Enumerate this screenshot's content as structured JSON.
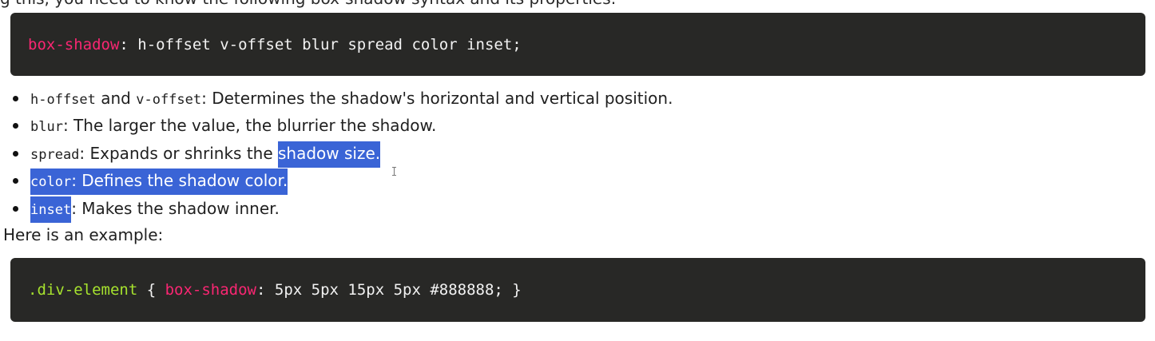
{
  "top_partial_text": "g this, you need to know the following box-shadow syntax and its properties:",
  "syntax_block": {
    "property": "box-shadow",
    "rest": ": h-offset v-offset blur spread color inset;"
  },
  "bullets": [
    {
      "code": "h-offset",
      "mid": " and ",
      "code2": "v-offset",
      "text": ": Determines the shadow's horizontal and vertical position."
    },
    {
      "code": "blur",
      "text": ": The larger the value, the blurrier the shadow."
    },
    {
      "code": "spread",
      "text_plain": ": Expands or shrinks the ",
      "text_selected": "shadow size."
    },
    {
      "code": "color",
      "text": ": Defines the shadow color."
    },
    {
      "code": "inset",
      "text": ": Makes the shadow inner."
    }
  ],
  "example_label": "Here is an example:",
  "example_block": {
    "selector": ".div-element",
    "open": " { ",
    "property": "box-shadow",
    "rest": ": 5px 5px 15px 5px #888888; }"
  },
  "colors": {
    "code_background": "#282826",
    "property_color": "#f92672",
    "selector_color": "#a6e22e",
    "selection_highlight": "#3a64d6"
  }
}
